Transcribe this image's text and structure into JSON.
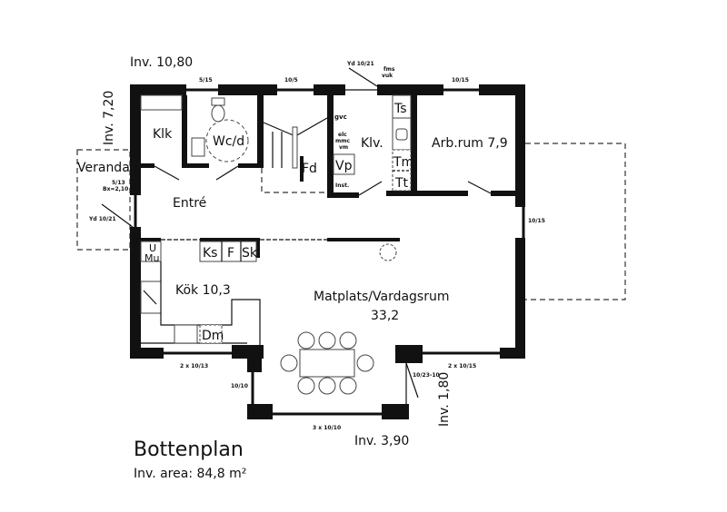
{
  "title": "Bottenplan",
  "area": "Inv. area: 84,8 m²",
  "dimensions": {
    "top": "Inv. 10,80",
    "left": "Inv. 7,20",
    "bay_side": "Inv. 1,80",
    "bay_front": "Inv. 3,90"
  },
  "rooms": {
    "veranda": "Veranda",
    "klk": "Klk",
    "wc": "Wc/d",
    "entre": "Entré",
    "fd": "Fd",
    "klv": "Klv.",
    "arb": "Arb.rum 7,9",
    "kok": "Kök 10,3",
    "living": "Matplats/Vardagsrum",
    "living_area": "33,2"
  },
  "fixtures": {
    "ts": "Ts",
    "tm": "Tm",
    "tt": "Tt",
    "vp": "Vp",
    "ks": "Ks",
    "f": "F",
    "sk": "Sk",
    "u": "U",
    "mu": "Mu",
    "dm": "Dm",
    "gvc": "gvc",
    "elc": "elc",
    "mmc": "mmc",
    "vm": "vm",
    "inst": "Inst.",
    "fms": "fms",
    "vuk": "vuk"
  },
  "openings": {
    "w_top1": "5/15",
    "w_top2": "10/5",
    "w_top3": "10/15",
    "w_right": "10/15",
    "door_front": "Yd 10/21",
    "door_left": "Yd 10/21",
    "w_left_a": "5/13",
    "w_left_b": "Bx=2,10",
    "w_bottom_left": "2 x 10/13",
    "w_bay_left": "10/10",
    "w_bay_front": "3 x 10/10",
    "w_bay_door": "10/23-10",
    "w_bottom_right": "2 x 10/15"
  }
}
